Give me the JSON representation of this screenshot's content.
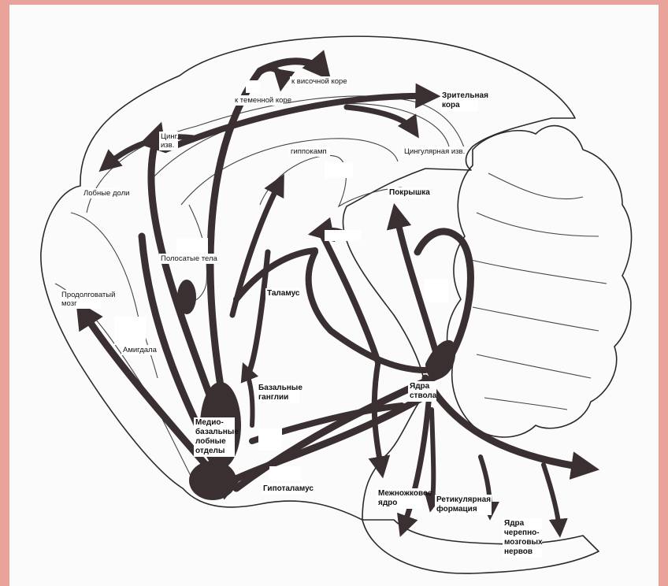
{
  "labels": {
    "temporal_cortex": "к височной коре",
    "parietal_cortex": "к теменной коре",
    "visual_cortex": "Зрительная кора",
    "cingulate_gyrus_short": "Цинг. изв.",
    "hippocampus": "гиппокамп",
    "cingulate_gyrus": "Цингулярная изв.",
    "frontal_lobes": "Лобные доли",
    "tegmentum": "Покрышка",
    "striatum": "Полосатые тела",
    "thalamus": "Таламус",
    "medulla": "Продолговатый мозг",
    "amygdala": "Амигдала",
    "basal_ganglia": "Базальные ганглии",
    "brainstem_nuclei": "Ядра ствола",
    "mediobasal_frontal": "Медио-базальные лобные отделы",
    "hypothalamus": "Гипоталамус",
    "cerebellar_nucleus": "Межножковое ядро",
    "reticular_formation": "Ретикулярная формация",
    "cranial_nerve_nuclei": "Ядра черепно-мозговых нервов"
  },
  "colors": {
    "background": "#e9a39a",
    "paper": "#fbfbfb",
    "pathway": "#3a3032",
    "outline": "#2a2a2a"
  }
}
